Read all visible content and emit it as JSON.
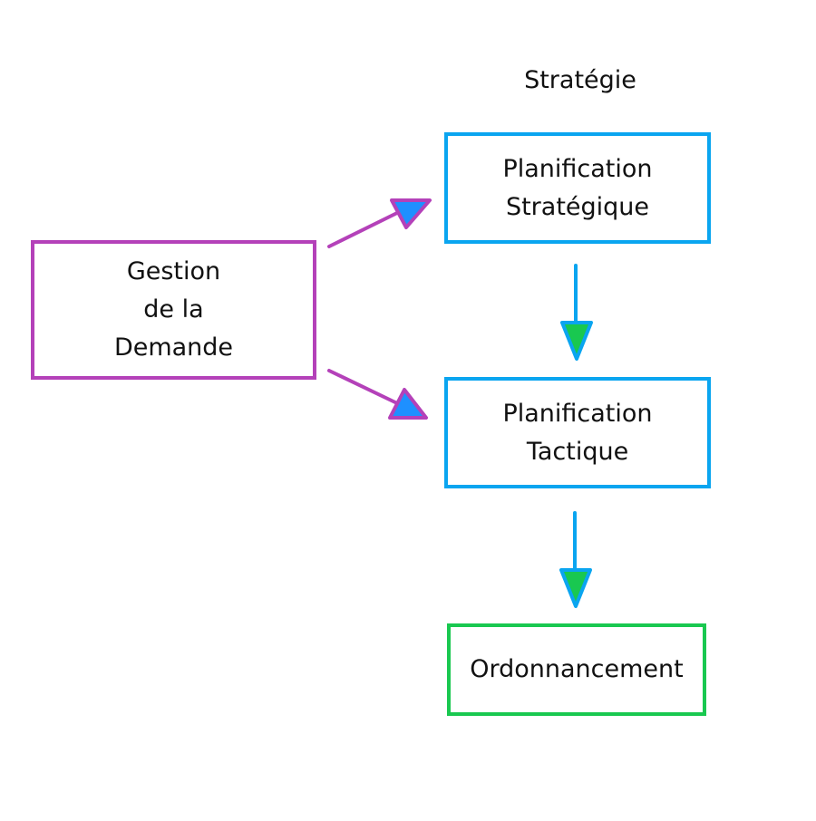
{
  "heading": "Stratégie",
  "colors": {
    "purple": "#b441b9",
    "blue": "#0aa5f0",
    "green": "#19c850",
    "arrow_fill_blue": "#1e90ff",
    "arrow_fill_green": "#19c850"
  },
  "nodes": {
    "demand": {
      "lines": [
        "Gestion",
        "de la",
        "Demande"
      ]
    },
    "strategic": {
      "lines": [
        "Planification",
        "Stratégique"
      ]
    },
    "tactical": {
      "lines": [
        "Planification",
        "Tactique"
      ]
    },
    "scheduling": {
      "lines": [
        "Ordonnancement"
      ]
    }
  },
  "edges": [
    {
      "from": "demand",
      "to": "strategic"
    },
    {
      "from": "demand",
      "to": "tactical"
    },
    {
      "from": "strategic",
      "to": "tactical"
    },
    {
      "from": "tactical",
      "to": "scheduling"
    }
  ]
}
